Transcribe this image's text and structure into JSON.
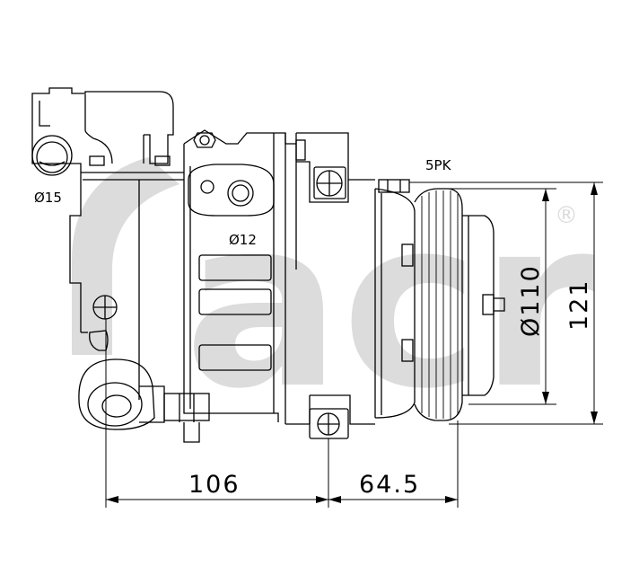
{
  "watermark": {
    "text": "acr",
    "registered": "®"
  },
  "labels": {
    "port_large": "Ø15",
    "port_small": "Ø12",
    "belt": "5PK"
  },
  "dimensions": {
    "width_body": "106",
    "width_clutch": "64.5",
    "pulley_diameter": "Ø110",
    "height_total": "121"
  }
}
